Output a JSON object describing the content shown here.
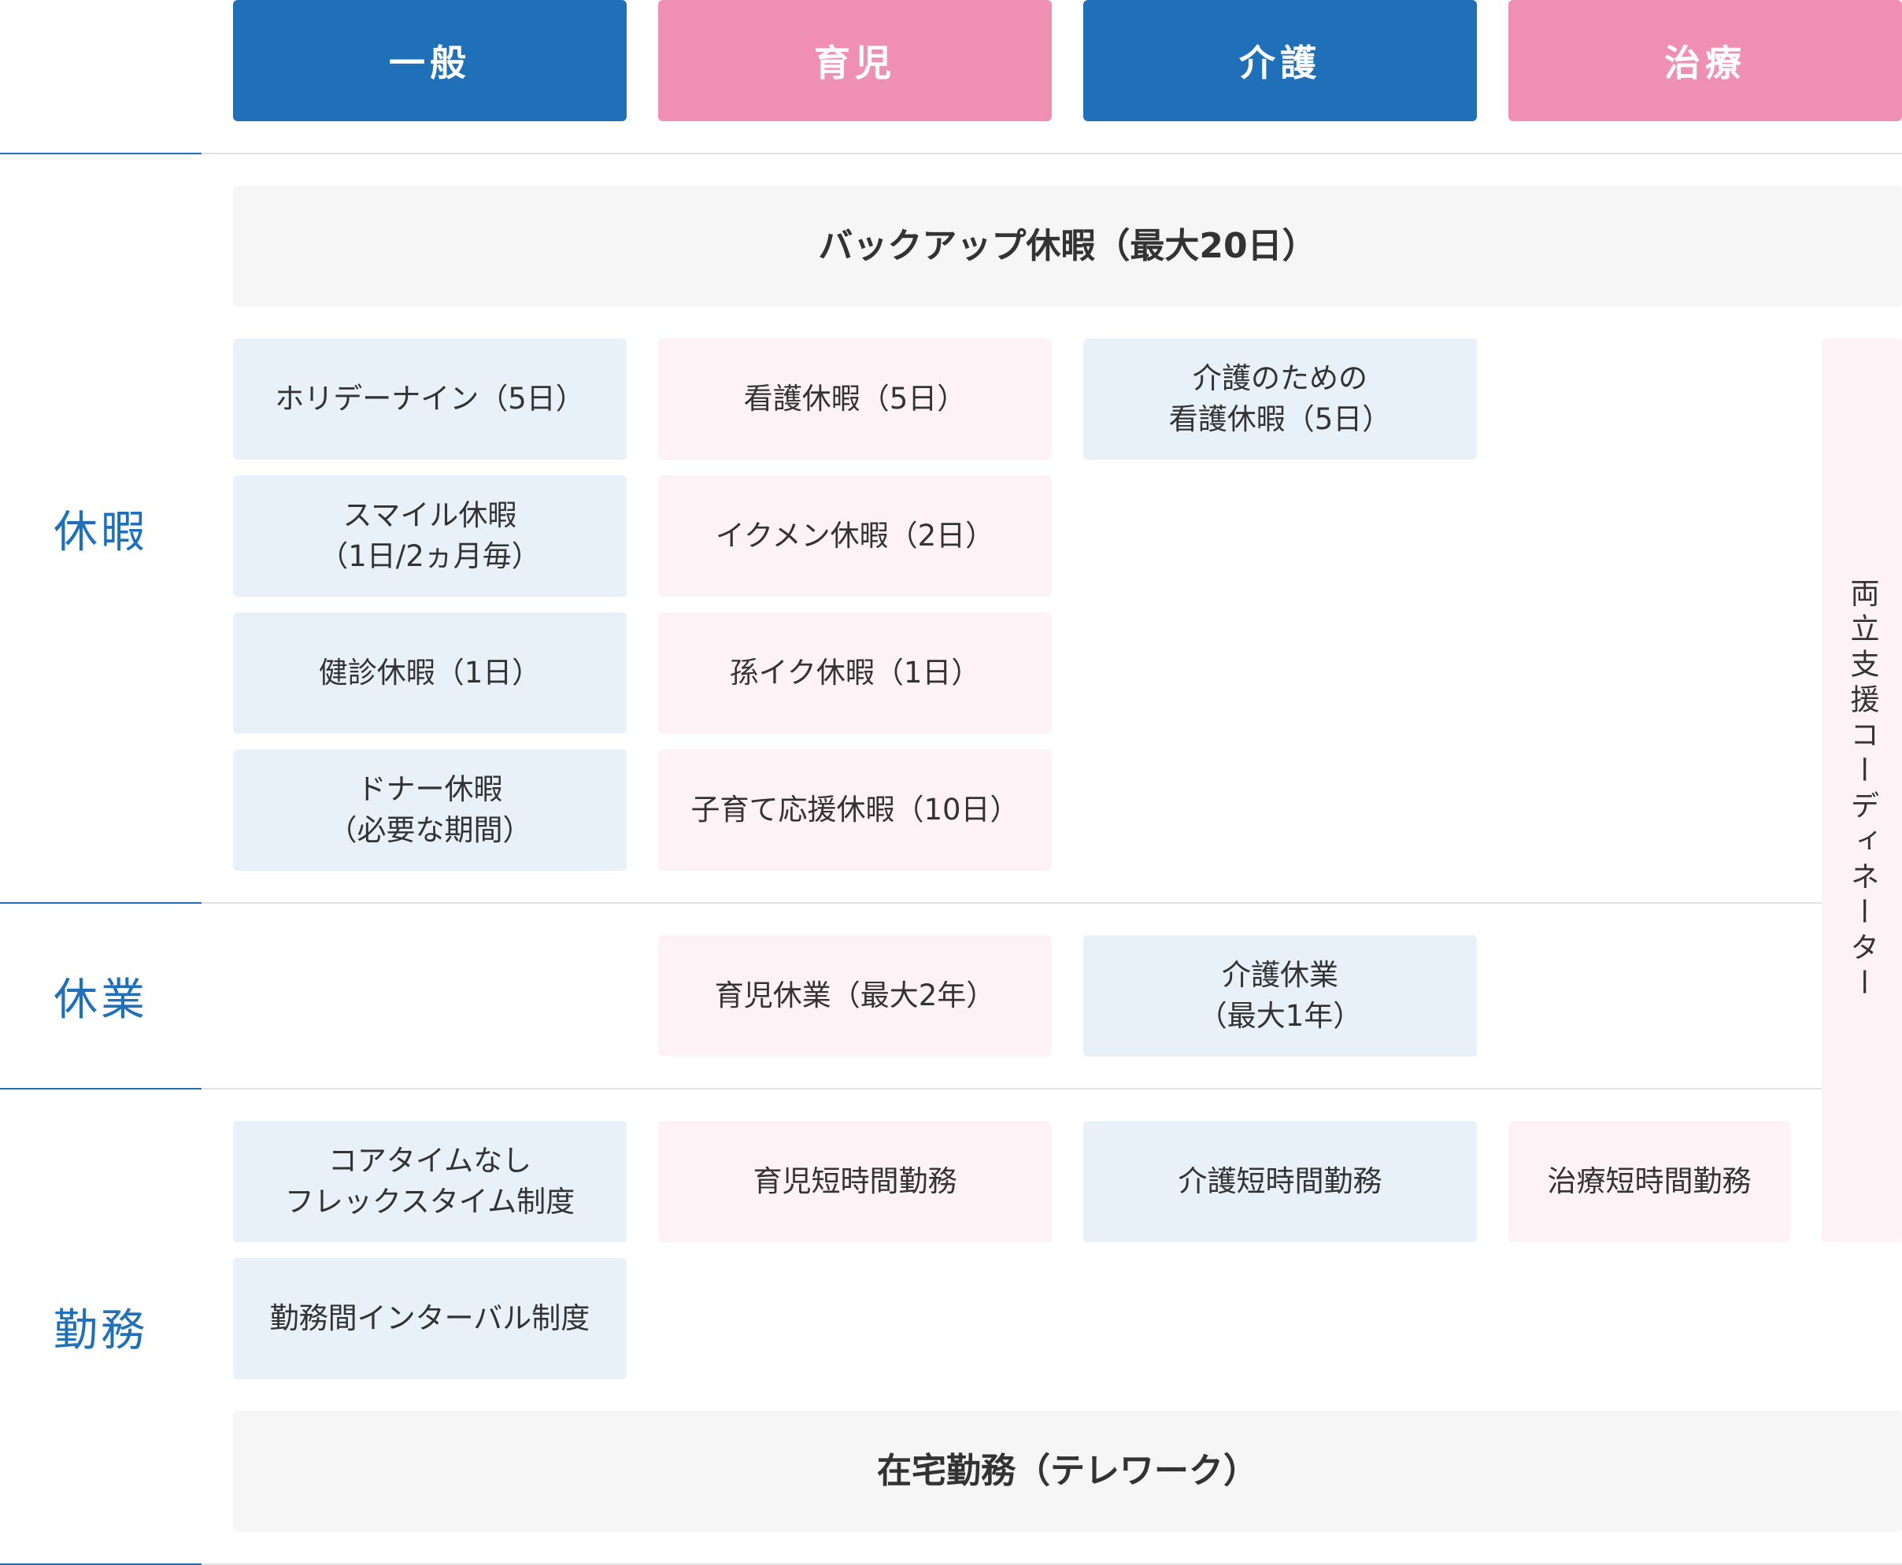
{
  "headers": {
    "general": "一般",
    "childcare": "育児",
    "nursing": "介護",
    "treatment": "治療"
  },
  "rows": {
    "leave": "休暇",
    "absence": "休業",
    "work": "勤務"
  },
  "leave": {
    "backup": "バックアップ休暇（最大20日）",
    "holiday_nine": "ホリデーナイン（5日）",
    "smile": "スマイル休暇\n（1日/2ヵ月毎）",
    "checkup": "健診休暇（1日）",
    "donor": "ドナー休暇\n（必要な期間）",
    "child_nursing": "看護休暇（5日）",
    "ikumen": "イクメン休暇（2日）",
    "grandchild": "孫イク休暇（1日）",
    "child_support": "子育て応援休暇（10日）",
    "care_nursing": "介護のための\n看護休暇（5日）"
  },
  "absence": {
    "childcare": "育児休業（最大2年）",
    "nursing": "介護休業\n（最大1年）"
  },
  "work": {
    "flex": "コアタイムなし\nフレックスタイム制度",
    "interval": "勤務間インターバル制度",
    "childcare_short": "育児短時間勤務",
    "nursing_short": "介護短時間勤務",
    "treatment_short": "治療短時間勤務",
    "telework": "在宅勤務（テレワーク）"
  },
  "coordinator": "両立支援コーディネーター",
  "colors": {
    "blue": "#1f70b8",
    "pink": "#ef90b3",
    "light_blue": "#e9f1f8",
    "light_pink": "#fdf3f6",
    "light_gray": "#f6f6f6"
  }
}
